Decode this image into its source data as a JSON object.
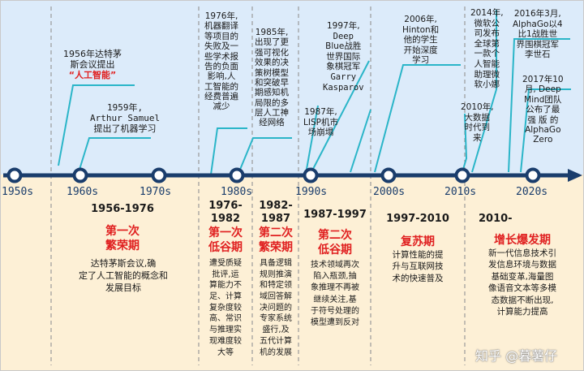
{
  "axis": {
    "labels": [
      "1950s",
      "1960s",
      "1970s",
      "1980s",
      "1990s",
      "2000s",
      "2010s",
      "2020s"
    ]
  },
  "events": {
    "e1956": {
      "lines": [
        "1956年达特茅",
        "斯会议提出"
      ],
      "highlight": "“人工智能”"
    },
    "e1959": {
      "lines": [
        "1959年,",
        "Arthur Samuel",
        "提出了机器学习"
      ]
    },
    "e1976": {
      "lines": [
        "1976年,",
        "机器翻译",
        "等项目的",
        "失败及一",
        "些学术报",
        "告的负面",
        "影响,人",
        "工智能的",
        "经费普遍",
        "减少"
      ]
    },
    "e1985": {
      "lines": [
        "1985年,",
        "出现了更",
        "强可视化",
        "效果的决",
        "策树模型",
        "和突破早",
        "期感知机",
        "局限的多",
        "层人工神",
        "经网络"
      ]
    },
    "e1987": {
      "lines": [
        "1987年,",
        "LISP机市",
        "场崩塌"
      ]
    },
    "e1997": {
      "lines": [
        "1997年,",
        "Deep",
        "Blue战胜",
        "世界国际",
        "象棋冠军",
        "Garry",
        "Kasparov"
      ]
    },
    "e2006": {
      "lines": [
        "2006年,",
        "Hinton和",
        "他的学生",
        "开始深度",
        "学习"
      ]
    },
    "e2010": {
      "lines": [
        "2010年,",
        "大数据",
        "时代到",
        "来"
      ]
    },
    "e2014": {
      "lines": [
        "2014年,",
        "微软公",
        "司发布",
        "全球第",
        "一款个",
        "人智能",
        "助理微",
        "软小娜"
      ]
    },
    "e2016": {
      "lines": [
        "2016年3月,",
        "AlphaGo以4",
        "比1战胜世",
        "界围棋冠军",
        "李世石"
      ]
    },
    "e2017": {
      "lines": [
        "2017年10",
        "月, Deep",
        "Mind团队",
        "公布了最",
        "强 版 的",
        "AlphaGo",
        "Zero"
      ]
    }
  },
  "periods": [
    {
      "years": [
        "1956-1976"
      ],
      "title": [
        "第一次",
        "繁荣期"
      ],
      "desc": [
        "达特茅斯会议,确",
        "定了人工智能的概念和",
        "发展目标"
      ]
    },
    {
      "years": [
        "1976-",
        "1982"
      ],
      "title": [
        "第一次",
        "低谷期"
      ],
      "desc": [
        "遭受质疑",
        "批评,运",
        "算能力不",
        "足、计算",
        "复杂度较",
        "高、常识",
        "与推理实",
        "现难度较",
        "大等"
      ]
    },
    {
      "years": [
        "1982-",
        "1987"
      ],
      "title": [
        "第二次",
        "繁荣期"
      ],
      "desc": [
        "具备逻辑",
        "规则推演",
        "和特定领",
        "域回答解",
        "决问题的",
        "专家系统",
        "盛行,及",
        "五代计算",
        "机的发展"
      ]
    },
    {
      "years": [
        "1987-1997"
      ],
      "title": [
        "第二次",
        "低谷期"
      ],
      "desc": [
        "技术领域再次",
        "陷入瓶颈,抽",
        "象推理不再被",
        "继续关注,基",
        "于符号处理的",
        "模型遭到反对"
      ]
    },
    {
      "years": [
        "1997-2010"
      ],
      "title": [
        "复苏期"
      ],
      "desc": [
        "计算性能的提",
        "升与互联网技",
        "术的快速普及"
      ]
    },
    {
      "years": [
        "2010-"
      ],
      "title": [
        "增长爆发期"
      ],
      "desc": [
        "新一代信息技术引",
        "发信息环境与数据",
        "基础变革,海量图",
        "像语音文本等多模",
        "态数据不断出现,",
        "计算能力提高"
      ]
    }
  ],
  "watermark": "知乎 @暮薯仔",
  "colors": {
    "axis": "#1a3d6c",
    "marker_line": "#2ab5c8",
    "divider": "#999999",
    "highlight": "#e02020",
    "top_band": "#dcebfa",
    "bottom_band": "#fdf0d6"
  }
}
